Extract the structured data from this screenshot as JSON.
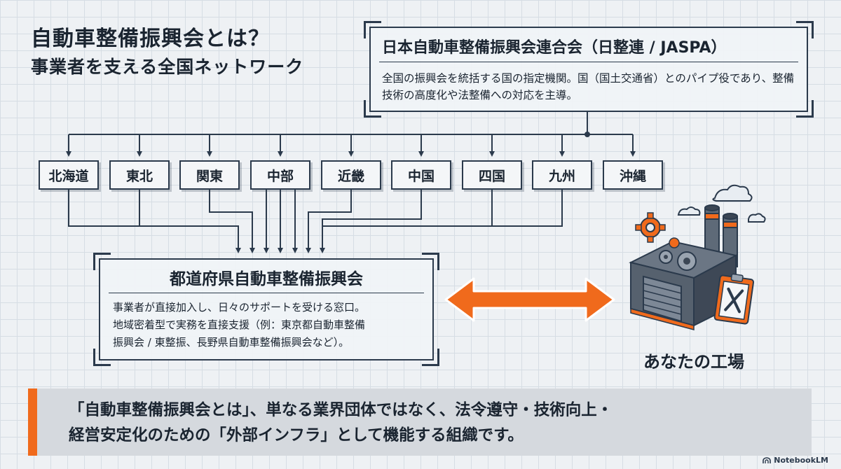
{
  "title": {
    "main": "自動車整備振興会とは？",
    "sub": "事業者を支える全国ネットワーク"
  },
  "national": {
    "title": "日本自動車整備振興会連合会（日整連 / JASPA）",
    "description": "全国の振興会を統括する国の指定機関。国（国土交通省）とのパイプ役であり、整備技術の高度化や法整備への対応を主導。"
  },
  "regions": [
    "北海道",
    "東北",
    "関東",
    "中部",
    "近畿",
    "中国",
    "四国",
    "九州",
    "沖縄"
  ],
  "prefectural": {
    "title": "都道府県自動車整備振興会",
    "description_lines": [
      "事業者が直接加入し、日々のサポートを受ける窓口。",
      "地域密着型で実務を直接支援（例：東京都自動車整備",
      "振興会 / 東整振、長野県自動車整備振興会など）。"
    ]
  },
  "factory": {
    "label": "あなたの工場",
    "icon": "factory-icon"
  },
  "summary": {
    "lines": [
      "「自動車整備振興会とは」、単なる業界団体ではなく、法令遵守・技術向上・",
      "経営安定化のための「外部インフラ」として機能する組織です。"
    ]
  },
  "brand": {
    "label": "NotebookLM",
    "icon": "notebooklm-icon"
  },
  "colors": {
    "accent": "#f06a1c",
    "line": "#2b3a4c",
    "panel": "#f0f3f6"
  }
}
